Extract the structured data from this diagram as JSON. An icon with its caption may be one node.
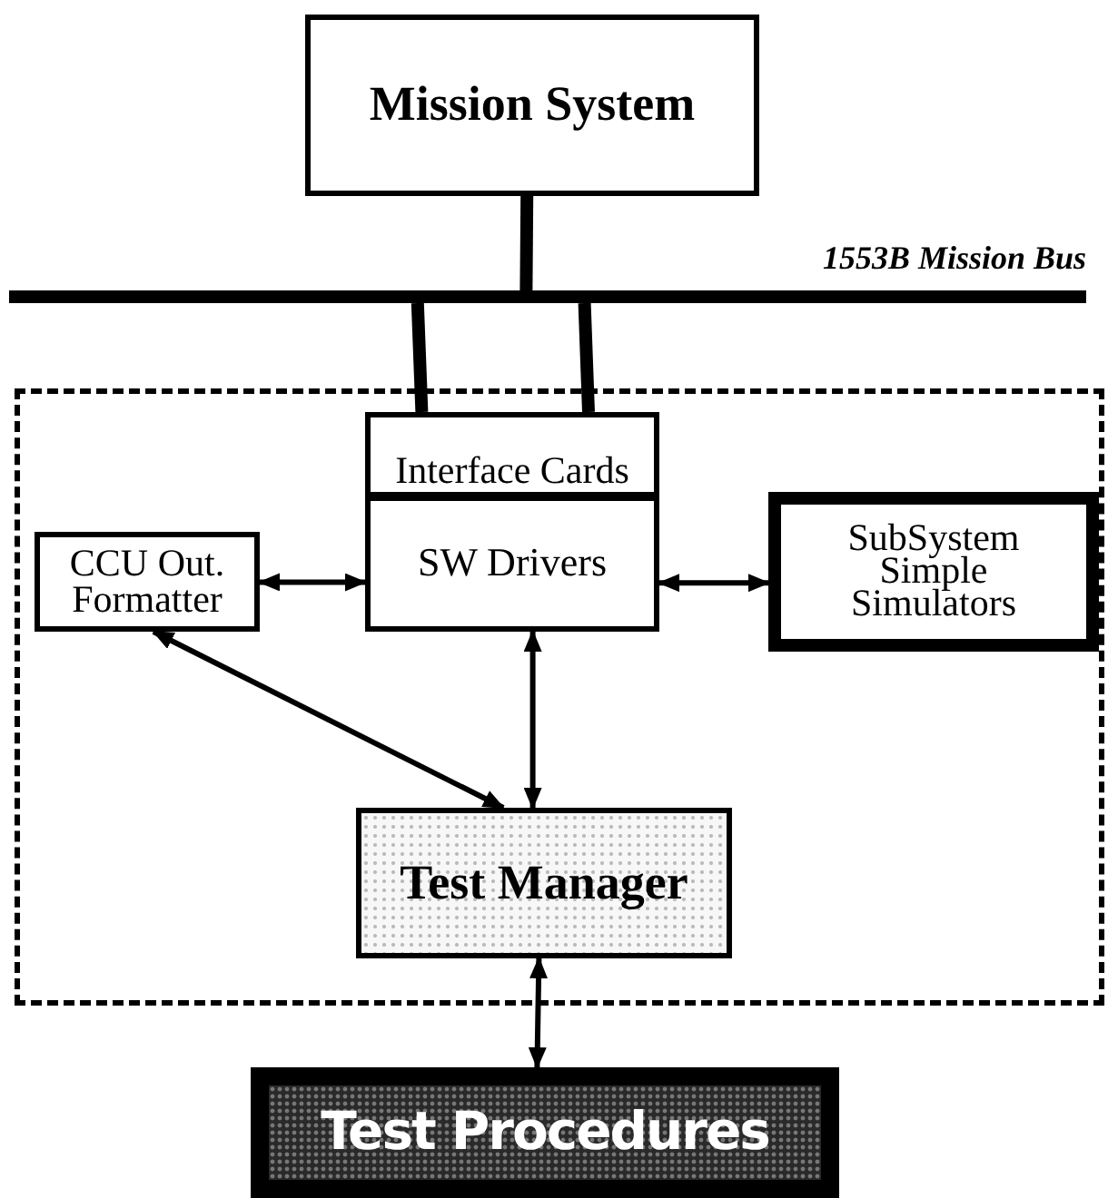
{
  "diagram": {
    "nodes": [
      {
        "text": [
          "Mission System"
        ]
      },
      {
        "text": [],
        "shape": "bar",
        "beside": [
          "1553B Mission Bus"
        ]
      },
      {
        "text": [],
        "shape": "box"
      },
      {
        "text": [
          "Interface Cards"
        ],
        "in": 2
      },
      {
        "text": [
          "CCU Out. Formatter"
        ],
        "in": 2
      },
      {
        "text": [
          "SW Drivers"
        ],
        "in": 2
      },
      {
        "text": [
          "SubSystem Simple Simulators"
        ],
        "in": 2
      },
      {
        "text": [
          "Test Manager"
        ],
        "in": 2
      },
      {
        "text": [
          "Test Procedures"
        ]
      }
    ],
    "edges": [
      {
        "from": 0,
        "to": 1,
        "arrow": "none",
        "style": "thick"
      },
      {
        "from": 1,
        "to": 3,
        "arrow": "none",
        "style": "thick"
      },
      {
        "from": 1,
        "to": 3,
        "arrow": "none",
        "style": "thick"
      },
      {
        "from": 4,
        "to": 5,
        "arrow": "both"
      },
      {
        "from": 5,
        "to": 6,
        "arrow": "both"
      },
      {
        "from": 4,
        "to": 7,
        "arrow": "both"
      },
      {
        "from": 5,
        "to": 7,
        "arrow": "both"
      },
      {
        "from": 7,
        "to": 8,
        "arrow": "both"
      }
    ]
  }
}
